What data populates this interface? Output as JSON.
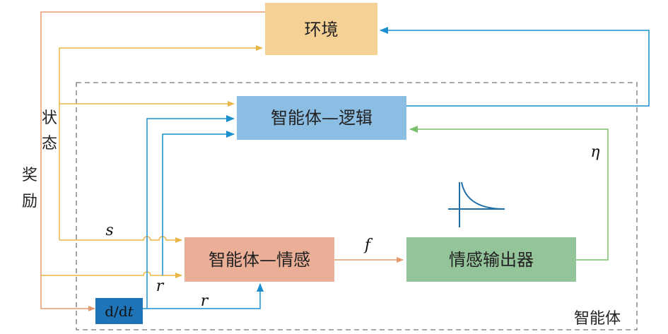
{
  "boxes": {
    "environment": "环境",
    "logic": "智能体—逻辑",
    "emotion": "智能体—情感",
    "emotion_output": "情感输出器",
    "derivative_prefix": "d/d",
    "derivative_var": "t",
    "agent": "智能体"
  },
  "labels": {
    "state_1": "状",
    "state_2": "态",
    "reward_1": "奖",
    "reward_2": "励",
    "s": "s",
    "r_lower": "r",
    "r_bottom": "r",
    "f": "f",
    "eta": "η"
  },
  "colors": {
    "environment_fill": "#f6d196",
    "logic_fill": "#8cbde2",
    "emotion_fill": "#ebae96",
    "output_fill": "#94c49a",
    "deriv_fill": "#1e74b6",
    "reward_line": "#e39a6e",
    "state_line": "#e9b649",
    "blue_line": "#1a8fcf",
    "green_line": "#7cbf6a",
    "curve": "#1e6fa8"
  }
}
